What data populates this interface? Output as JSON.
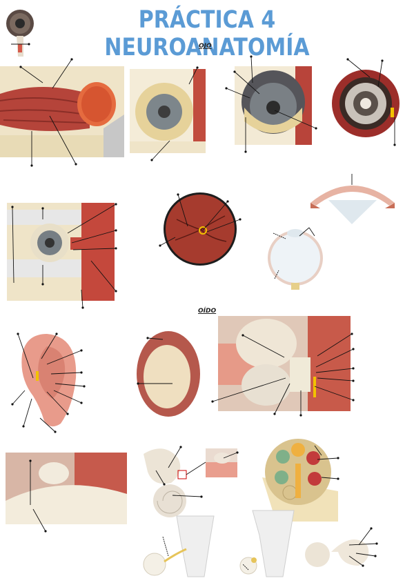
{
  "title": "PRÁCTICA 4 NEUROANATOMÍA",
  "sections": {
    "eye": "OJO",
    "ear": "OÍDO"
  },
  "colors": {
    "title": "#5b9bd5",
    "muscle": "#b5443a",
    "sclera": "#e9dfc4",
    "iris": "#6f7a80",
    "retina": "#a63b2e",
    "cartilage": "#d9cfb8",
    "highlight": "#f2c200"
  },
  "figures": [
    "eyeball-thumbnail",
    "extraocular-muscles-lateral",
    "eyeball-anterior",
    "eyeball-section",
    "iris-ciliary-posterior",
    "orbit-muscles-anterior",
    "fundus-retina",
    "cornea-section-diagram",
    "eye-globe-diagram",
    "auricle",
    "external-canal-tympanum",
    "middle-ear-model",
    "ear-canal-section",
    "inner-ear-cochlea",
    "cochlea-detail",
    "cochlea-cross-section",
    "brainstem-vestibulocochlear-left",
    "brainstem-vestibulocochlear-right",
    "labyrinth-model"
  ]
}
